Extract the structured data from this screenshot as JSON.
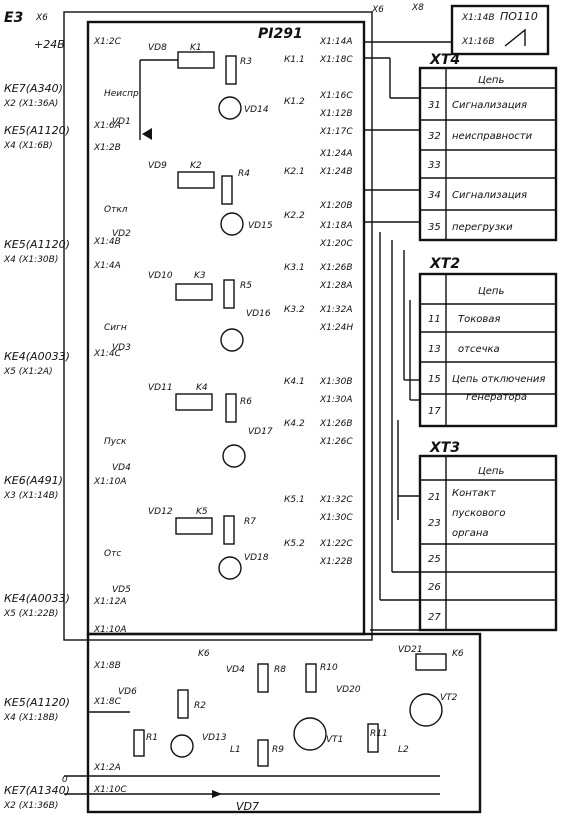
{
  "module_id": "E3",
  "x6": "X6",
  "unit": "PI291",
  "supply": "+24В",
  "x8": "X8",
  "p0110": "ПО110",
  "x8_pins": [
    "X1:14В",
    "X1:16В"
  ],
  "xt4": {
    "title": "XT4",
    "header": "Цепь",
    "rows": [
      {
        "num": "31",
        "text": "Сигнализация"
      },
      {
        "num": "32",
        "text": "неисправности"
      },
      {
        "num": "33",
        "text": ""
      },
      {
        "num": "34",
        "text": "Сигнализация"
      },
      {
        "num": "35",
        "text": "перегрузки"
      }
    ]
  },
  "xt2": {
    "title": "XT2",
    "header": "Цепь",
    "rows": [
      {
        "num": "11",
        "text": "Токовая"
      },
      {
        "num": "13",
        "text": "отсечка"
      },
      {
        "num": "15",
        "text": "Цепь отключения"
      },
      {
        "num": "17",
        "text": "генератора"
      }
    ]
  },
  "xt3": {
    "title": "XT3",
    "header": "Цепь",
    "rows": [
      {
        "num": "21",
        "text": "Контакт"
      },
      {
        "num": "23",
        "text": "пускового"
      },
      {
        "num": "",
        "text": "органа"
      },
      {
        "num": "25",
        "text": ""
      },
      {
        "num": "26",
        "text": ""
      },
      {
        "num": "27",
        "text": ""
      }
    ]
  },
  "blocks": [
    {
      "name": "Неиспр",
      "vd": "VD8",
      "k": "K1",
      "r": "R3",
      "led": "VD14",
      "pin": "X1:2C",
      "pin_b": "X1:6А",
      "diode": "VD1"
    },
    {
      "name": "Откл",
      "vd": "VD9",
      "k": "K2",
      "r": "R4",
      "led": "VD15",
      "pin": "X1:2В",
      "pin_b": "X1:4В",
      "diode": "VD2"
    },
    {
      "name": "Сигн",
      "vd": "VD10",
      "k": "K3",
      "r": "R5",
      "led": "VD16",
      "pin": "X1:4А",
      "pin_b": "X1:4С",
      "diode": "VD3"
    },
    {
      "name": "Пуск",
      "vd": "VD11",
      "k": "K4",
      "r": "R6",
      "led": "VD17",
      "pin": "",
      "pin_b": "X1:10А",
      "diode": "VD4"
    },
    {
      "name": "Отс",
      "vd": "VD12",
      "k": "K5",
      "r": "R7",
      "led": "VD18",
      "pin": "",
      "pin_b": "X1:12А",
      "diode": "VD5"
    }
  ],
  "left_labels": [
    {
      "top": "КЕ7(А340)",
      "bot": "X2 (X1:36А)"
    },
    {
      "top": "КЕ5(А1120)",
      "bot": "X4 (X1:6В)"
    },
    {
      "top": "КЕ5(А1120)",
      "bot": "X4 (X1:30В)"
    },
    {
      "top": "КЕ4(А0033)",
      "bot": "X5 (X1:2А)"
    },
    {
      "top": "КЕ6(А491)",
      "bot": "X3 (X1:14В)"
    },
    {
      "top": "КЕ4(А0033)",
      "bot": "X5 (X1:22В)"
    },
    {
      "top": "КЕ5(А1120)",
      "bot": "X4 (X1:18В)"
    },
    {
      "top": "КЕ7(А1340)",
      "bot": "X2 (X1:36В)"
    }
  ],
  "contacts": [
    {
      "k": "К1.1",
      "a": "X1:14А",
      "b": "X1:18С"
    },
    {
      "k": "К1.2",
      "a": "X1:16С",
      "b": "X1:12В"
    },
    {
      "k": "",
      "a": "X1:17С",
      "b": ""
    },
    {
      "k": "К2.1",
      "a": "X1:24А",
      "b": "X1:24В"
    },
    {
      "k": "К2.2",
      "a": "X1:20В",
      "b": "X1:18А"
    },
    {
      "k": "",
      "a": "X1:20С",
      "b": ""
    },
    {
      "k": "К3.1",
      "a": "X1:26В",
      "b": "X1:28А"
    },
    {
      "k": "К3.2",
      "a": "X1:32А",
      "b": "X1:24Н"
    },
    {
      "k": "К4.1",
      "a": "X1:30В",
      "b": "X1:30А"
    },
    {
      "k": "К4.2",
      "a": "X1:26В",
      "b": "X1:26С"
    },
    {
      "k": "К5.1",
      "a": "X1:32С",
      "b": "X1:30С"
    },
    {
      "k": "К5.2",
      "a": "X1:22С",
      "b": "X1:22В"
    }
  ],
  "bottom": {
    "pins": [
      "X1:10А",
      "X1:8В",
      "X1:8С",
      "X1:2А",
      "X1:10С"
    ],
    "k6": "K6",
    "r2": "R2",
    "r1": "R1",
    "vd6": "VD6",
    "vd13": "VD13",
    "vd4": "VD4",
    "l1": "L1",
    "r8": "R8",
    "r9": "R9",
    "vt1": "VT1",
    "r10": "R10",
    "vd20": "VD20",
    "r11": "R11",
    "l2": "L2",
    "vd21": "VD21",
    "k6b": "K6",
    "vt2": "VT2",
    "vd7": "VD7",
    "zero": "0"
  }
}
